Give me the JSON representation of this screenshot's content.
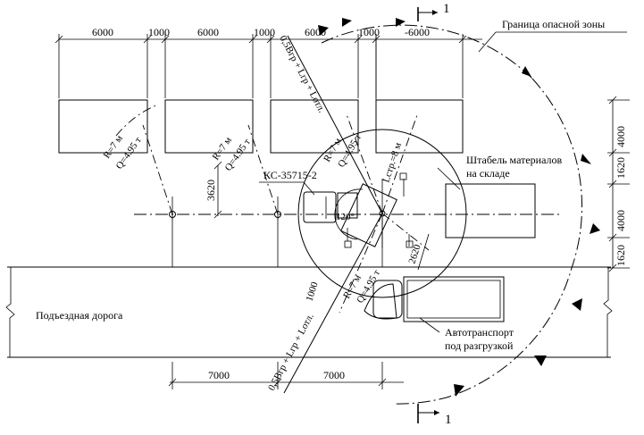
{
  "labels": {
    "danger_zone": "Граница опасной зоны",
    "stack": "Штабель материалов",
    "stack_line2": "на складе",
    "crane": "КС-35715-2",
    "road": "Подъездная дорога",
    "truck": "Автотранспорт",
    "truck_line2": "под разгрузкой",
    "section_top": "1",
    "section_bottom": "1"
  },
  "dimensions_top": [
    "6000",
    "1000",
    "6000",
    "1000",
    "6000",
    "1000",
    "-6000"
  ],
  "dimensions_right": [
    "4000",
    "1620",
    "4000",
    "1620"
  ],
  "dimensions_bottom": [
    "7000",
    "7000"
  ],
  "dim_3620": "3620",
  "dim_2620": "2620",
  "dim_1000": "1000",
  "angle": "120°",
  "radius_labels": {
    "r1_r": "R=7 м",
    "r1_q": "Q=4.95 т",
    "r2_r": "R=7 м",
    "r2_q": "Q=4.95 т",
    "r3_r": "R=7 м",
    "r3_q": "Q=4.95 т",
    "lcr": "Lстр.=8 м",
    "r4_r": "R=7 м",
    "r4_q": "Q=4.95 т"
  },
  "formula_top": "0,5Bгр + Lгр + Lотл.",
  "formula_bottom": "0,5Bгр + Lгр + Lотл."
}
